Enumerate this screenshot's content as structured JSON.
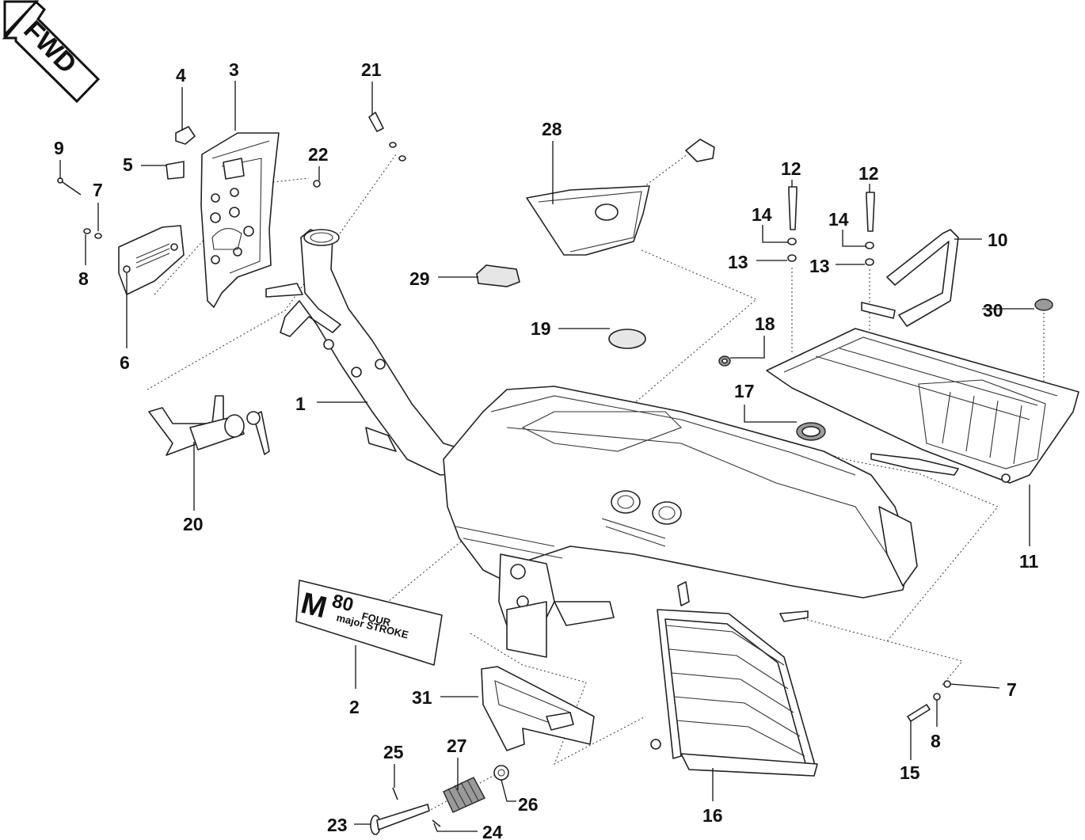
{
  "fwd_label": "FWD",
  "decal": {
    "letter": "M",
    "number": "80",
    "line1": "FOUR",
    "line2": "major STROKE"
  },
  "callouts": {
    "c1": "1",
    "c2": "2",
    "c3": "3",
    "c4": "4",
    "c5": "5",
    "c6": "6",
    "c7a": "7",
    "c7b": "7",
    "c8a": "8",
    "c8b": "8",
    "c9": "9",
    "c10": "10",
    "c11": "11",
    "c12a": "12",
    "c12b": "12",
    "c13a": "13",
    "c13b": "13",
    "c14a": "14",
    "c14b": "14",
    "c15": "15",
    "c16": "16",
    "c17": "17",
    "c18": "18",
    "c19": "19",
    "c20": "20",
    "c21": "21",
    "c22": "22",
    "c23": "23",
    "c24": "24",
    "c25": "25",
    "c26": "26",
    "c27": "27",
    "c28": "28",
    "c29": "29",
    "c30": "30",
    "c31": "31"
  }
}
